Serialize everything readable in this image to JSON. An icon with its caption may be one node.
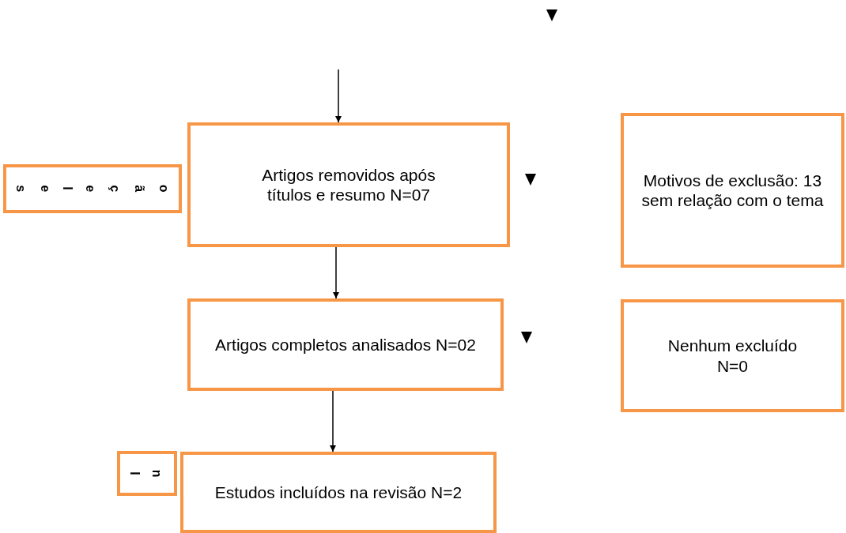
{
  "diagram": {
    "nodes": [
      {
        "text": [
          "Artigos removidos após títulos e resumo N=07"
        ]
      },
      {
        "text": [
          "seleção"
        ]
      },
      {
        "text": [
          "Motivos de exclusão: 13 sem relação com o tema"
        ]
      },
      {
        "text": [
          "Artigos completos analisados N=02"
        ]
      },
      {
        "text": [
          "Nenhum excluído N=0"
        ]
      },
      {
        "text": [
          "In"
        ]
      },
      {
        "text": [
          "Estudos incluídos na revisão N=2"
        ]
      }
    ],
    "edges": [
      {
        "from": null,
        "to": 0,
        "arrow": "to"
      },
      {
        "from": 0,
        "to": 3,
        "arrow": "to"
      },
      {
        "from": 3,
        "to": 6,
        "arrow": "to"
      }
    ]
  }
}
